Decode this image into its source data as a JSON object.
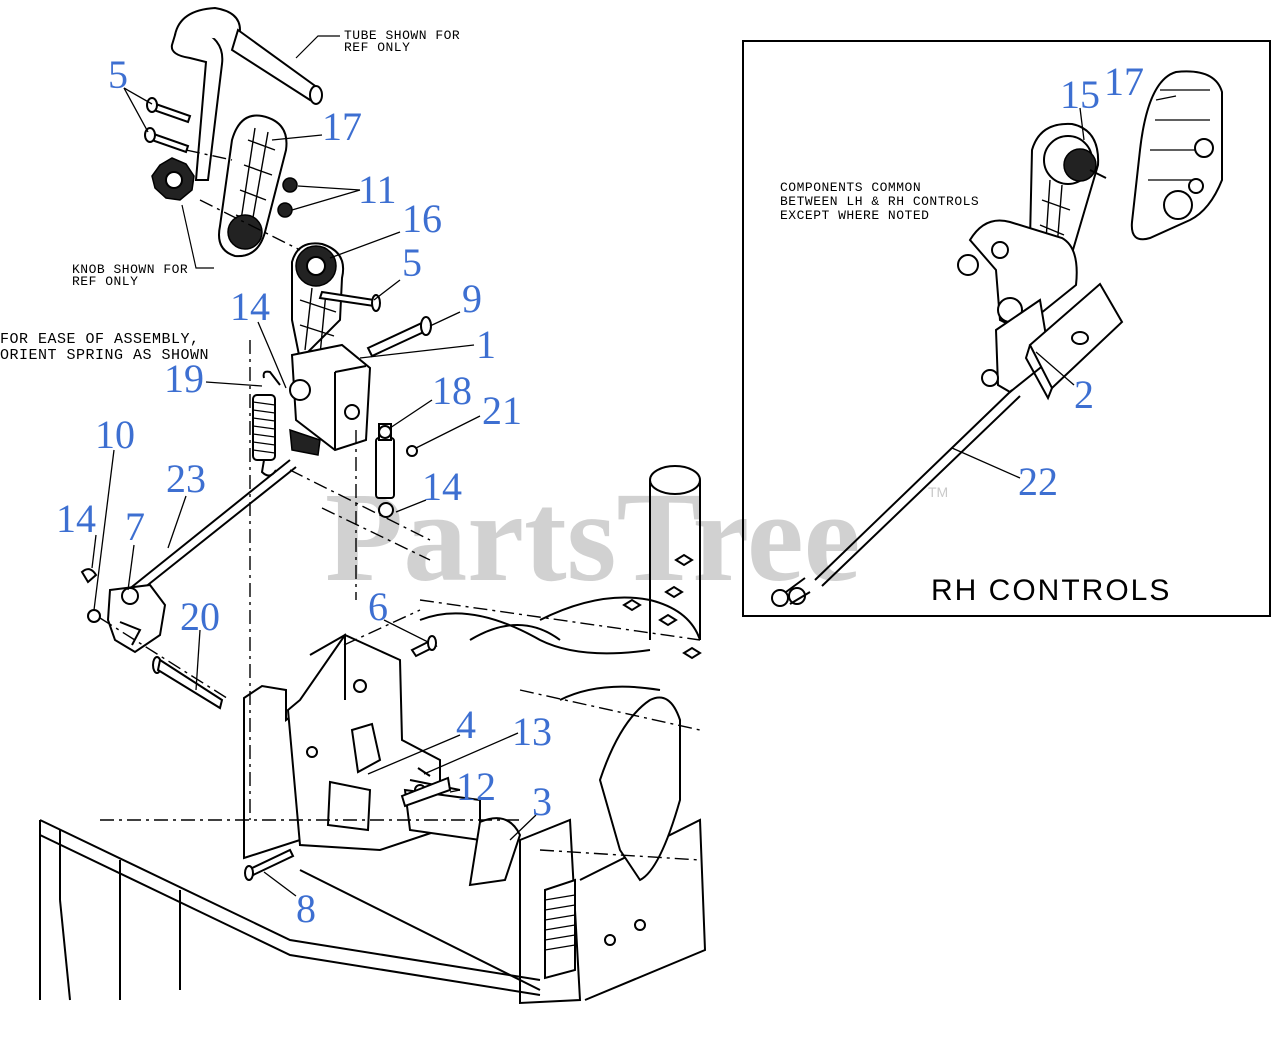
{
  "notes": {
    "tube": [
      "TUBE SHOWN FOR",
      "REF ONLY"
    ],
    "knob": [
      "KNOB SHOWN FOR",
      "REF ONLY"
    ],
    "spring": [
      "FOR EASE OF ASSEMBLY,",
      "ORIENT SPRING AS SHOWN"
    ],
    "common": [
      "COMPONENTS COMMON",
      "BETWEEN LH & RH CONTROLS",
      "EXCEPT WHERE NOTED"
    ]
  },
  "inset": {
    "title": "RH CONTROLS"
  },
  "watermark": {
    "brand": "PartsTree",
    "tm": "TM"
  },
  "callouts": [
    "5",
    "17",
    "11",
    "16",
    "5",
    "9",
    "14",
    "1",
    "19",
    "18",
    "21",
    "10",
    "23",
    "14",
    "14",
    "7",
    "20",
    "6",
    "4",
    "13",
    "12",
    "3",
    "8",
    "15",
    "17",
    "2",
    "22"
  ],
  "colors": {
    "callout": "#3d6fd1",
    "watermark": "#c9c9c9",
    "line": "#000000"
  }
}
